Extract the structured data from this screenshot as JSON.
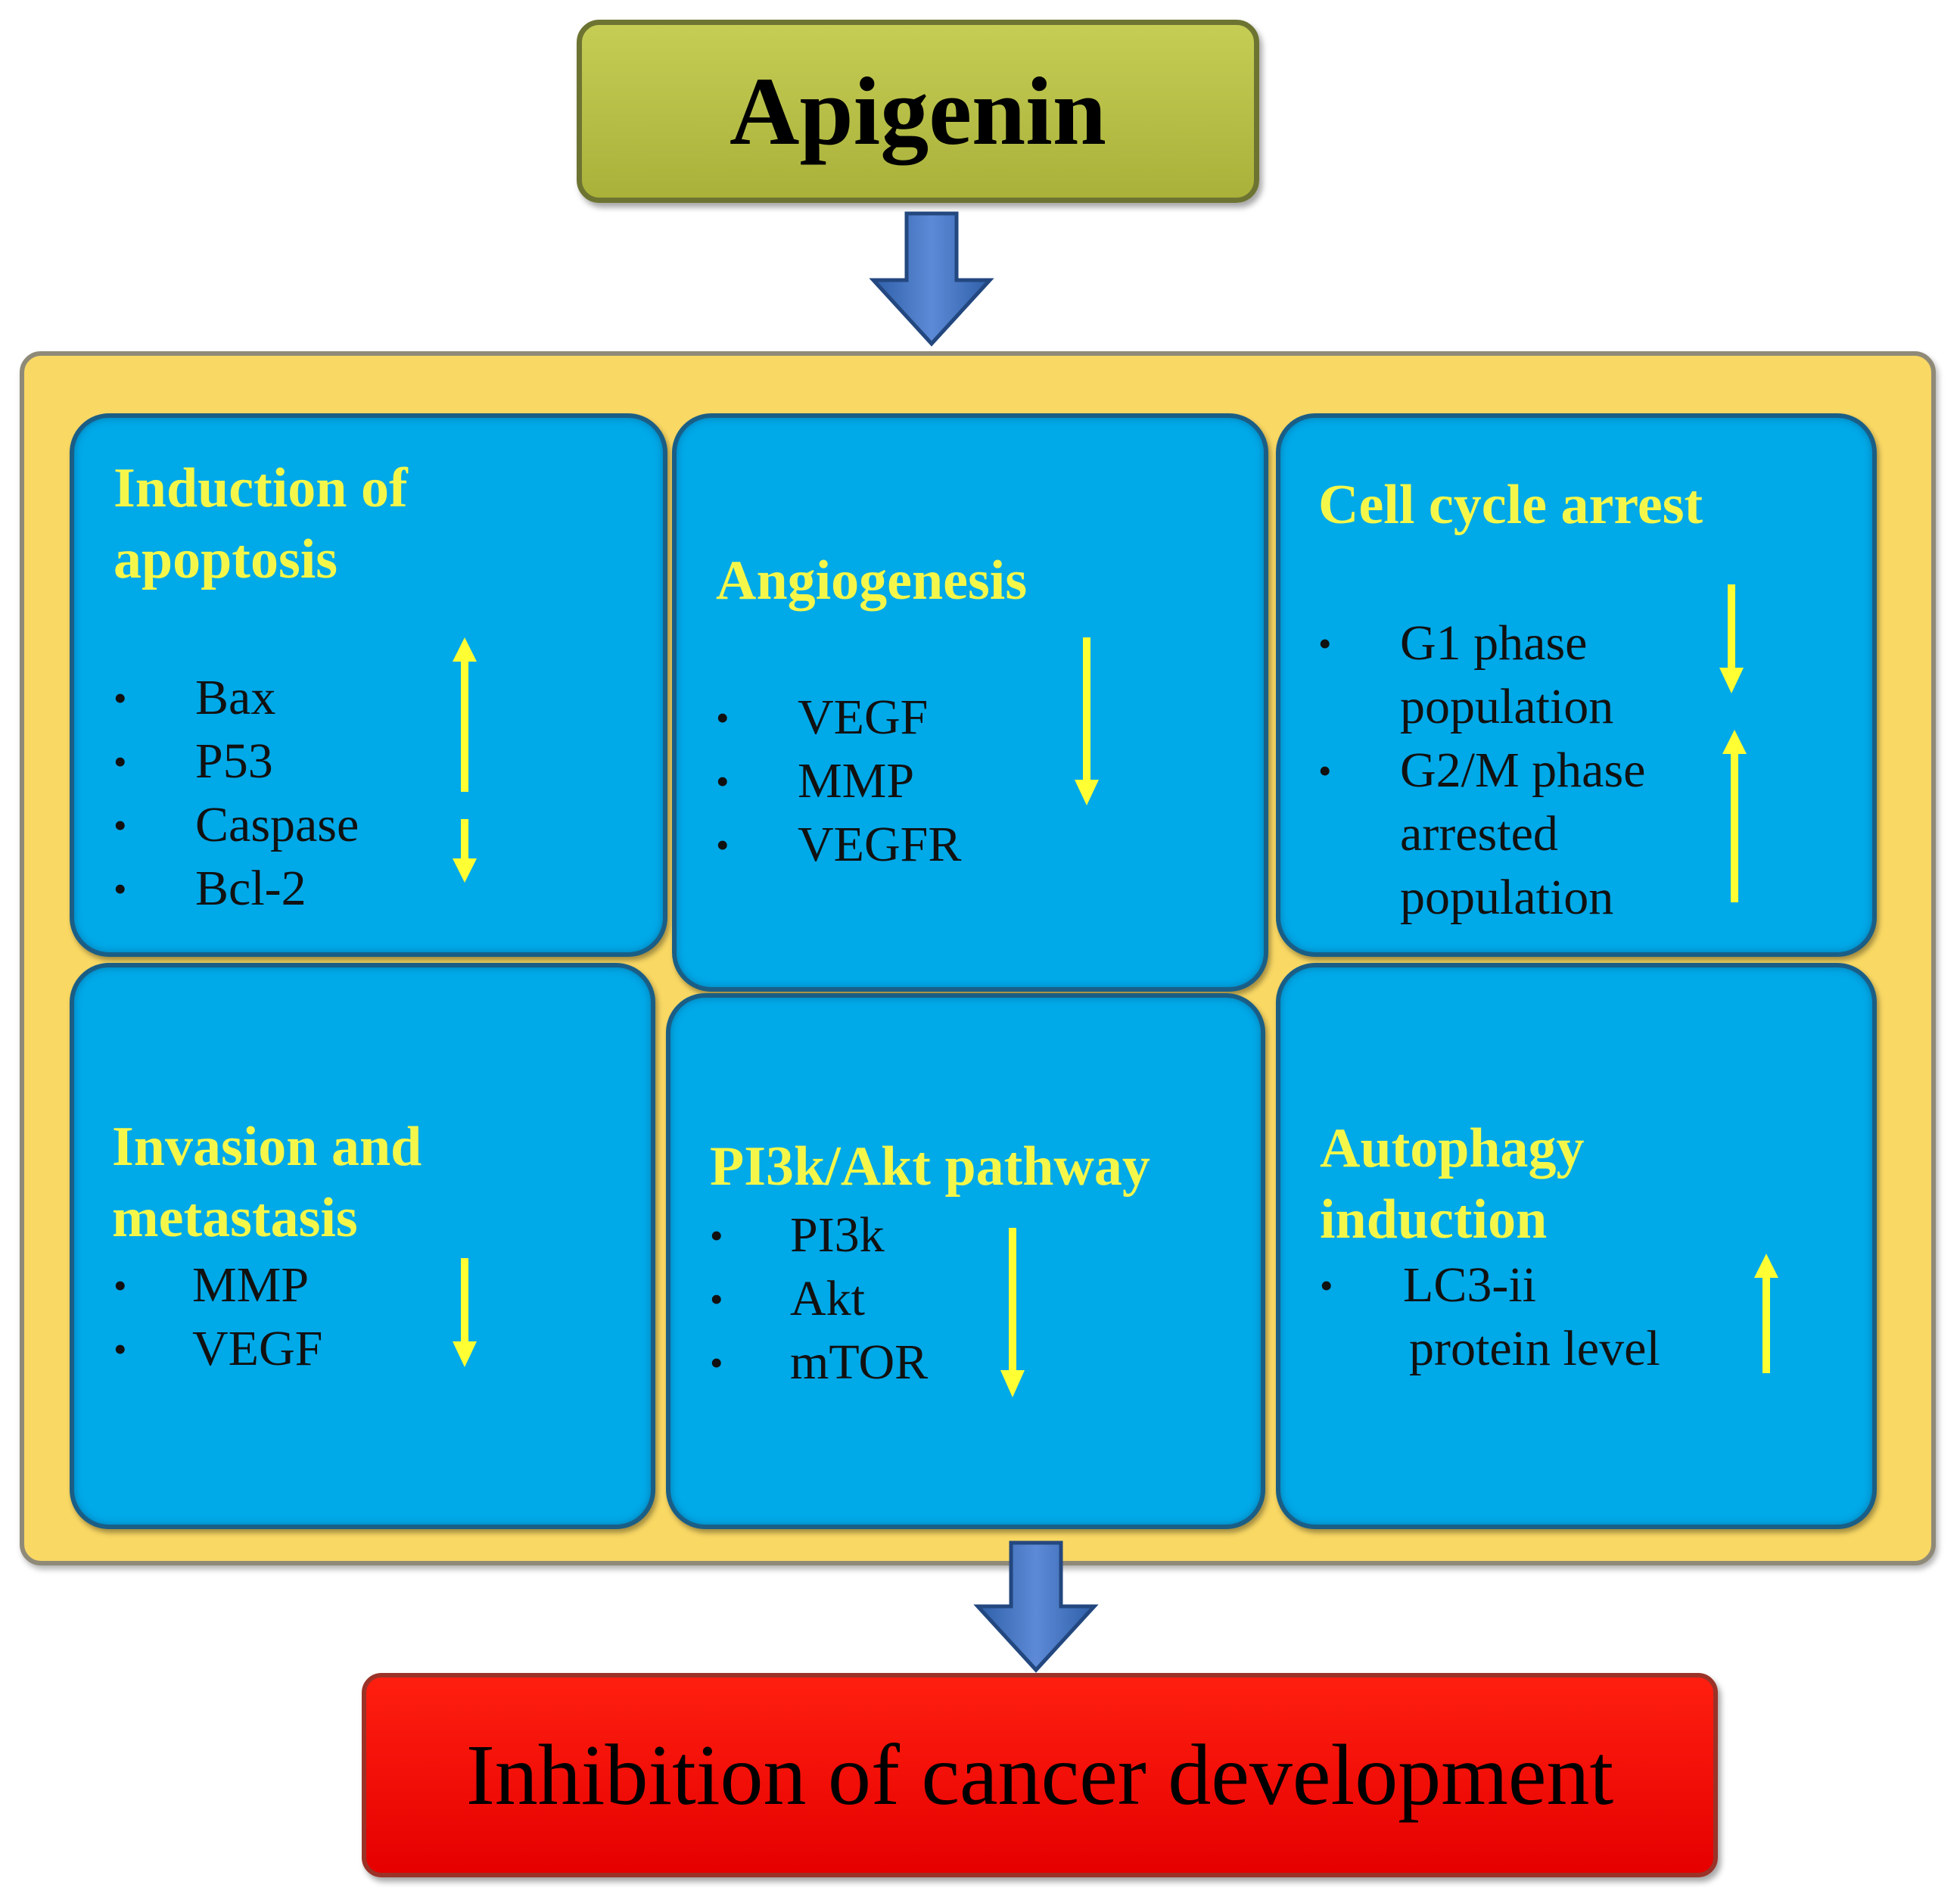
{
  "source": {
    "label": "Apigenin"
  },
  "outcome": {
    "label": "Inhibition of cancer development"
  },
  "mechanisms": {
    "apoptosis": {
      "title_line1": "Induction of",
      "title_line2": "apoptosis",
      "items": [
        "Bax",
        "P53",
        "Caspase",
        "Bcl-2"
      ],
      "direction": [
        "up",
        "up",
        "up",
        "down"
      ]
    },
    "angiogenesis": {
      "title": "Angiogenesis",
      "items": [
        "VEGF",
        "MMP",
        "VEGFR"
      ],
      "direction": "down"
    },
    "cell_cycle": {
      "title": "Cell cycle arrest",
      "item1_line1": "G1 phase",
      "item1_line2": "population",
      "item1_direction": "down",
      "item2_line1": "G2/M phase",
      "item2_line2": "arrested",
      "item2_line3": "population",
      "item2_direction": "up"
    },
    "invasion": {
      "title_line1": "Invasion and",
      "title_line2": "metastasis",
      "items": [
        "MMP",
        "VEGF"
      ],
      "direction": "down"
    },
    "pi3k": {
      "title": "PI3k/Akt pathway",
      "items": [
        "PI3k",
        "Akt",
        "mTOR"
      ],
      "direction": "down"
    },
    "autophagy": {
      "title_line1": "Autophagy",
      "title_line2": "induction",
      "item_line1": "LC3-ii",
      "item_line2": "protein level",
      "direction": "up"
    }
  },
  "colors": {
    "source_box": "#b6be44",
    "panel": "#f9d864",
    "card": "#00a9e8",
    "title_text": "#f4f74a",
    "indicator_arrow": "#ffff33",
    "flow_arrow": "#3f6fc0",
    "outcome_box": "#f00a00"
  },
  "bullet_char": "•"
}
